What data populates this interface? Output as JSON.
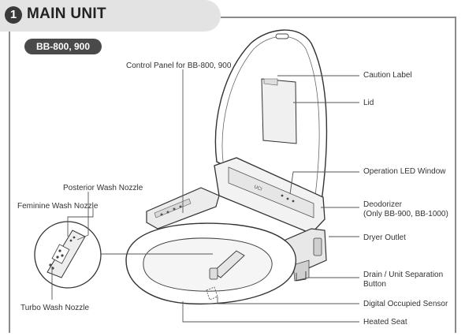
{
  "section": {
    "number": "1",
    "title": "MAIN UNIT"
  },
  "model_badge": "BB-800, 900",
  "labels": {
    "control_panel": "Control Panel for BB-800, 900",
    "caution_label": "Caution Label",
    "lid": "Lid",
    "operation_led": "Operation LED Window",
    "deodorizer_line1": "Deodorizer",
    "deodorizer_line2": "(Only BB-900, BB-1000)",
    "posterior_nozzle": "Posterior Wash Nozzle",
    "feminine_nozzle": "Feminine Wash Nozzle",
    "dryer_outlet": "Dryer Outlet",
    "drain_line1": "Drain / Unit Separation",
    "drain_line2": "Button",
    "turbo_nozzle": "Turbo Wash Nozzle",
    "occupied_sensor": "Digital Occupied Sensor",
    "heated_seat": "Heated Seat"
  },
  "brand_mark": "UCI"
}
